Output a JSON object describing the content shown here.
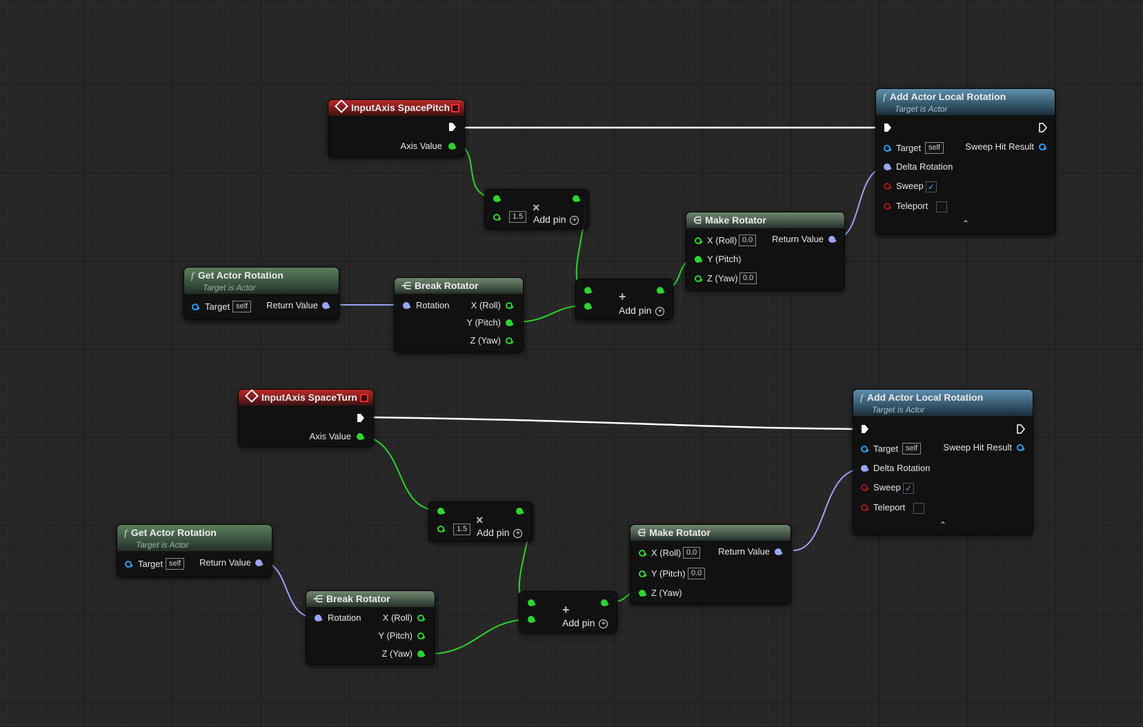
{
  "colors": {
    "exec": "#ffffff",
    "float": "#2fd42f",
    "struct": "#9aa6f3",
    "object": "#2a9df1",
    "bool": "#a11818",
    "event_header": "#9a2020",
    "func_header_green": "#4c6d50",
    "func_header_blue": "#4d7894"
  },
  "graph": {
    "top": {
      "event": {
        "title": "InputAxis SpacePitch",
        "axis_value": "Axis Value",
        "icon": "event-diamond-icon"
      },
      "multiply": {
        "symbol": "×",
        "value": "1.5",
        "add_pin": "Add pin"
      },
      "get_rotation": {
        "title": "Get Actor Rotation",
        "subtitle": "Target is Actor",
        "target": "Target",
        "self": "self",
        "return_value": "Return Value"
      },
      "break_rotator": {
        "title": "Break Rotator",
        "rotation": "Rotation",
        "x": "X (Roll)",
        "y": "Y (Pitch)",
        "z": "Z (Yaw)"
      },
      "add": {
        "symbol": "+",
        "add_pin": "Add pin"
      },
      "make_rotator": {
        "title": "Make Rotator",
        "x": "X (Roll)",
        "x_value": "0.0",
        "y": "Y (Pitch)",
        "z": "Z (Yaw)",
        "z_value": "0.0",
        "return_value": "Return Value"
      },
      "add_local": {
        "title": "Add Actor Local Rotation",
        "subtitle": "Target is Actor",
        "target": "Target",
        "self": "self",
        "sweep_hit": "Sweep Hit Result",
        "delta": "Delta Rotation",
        "sweep": "Sweep",
        "teleport": "Teleport",
        "sweep_checked": "✓",
        "chevron": "⌃"
      }
    },
    "bottom": {
      "event": {
        "title": "InputAxis SpaceTurn",
        "axis_value": "Axis Value",
        "icon": "event-diamond-icon"
      },
      "multiply": {
        "symbol": "×",
        "value": "1.5",
        "add_pin": "Add pin"
      },
      "get_rotation": {
        "title": "Get Actor Rotation",
        "subtitle": "Target is Actor",
        "target": "Target",
        "self": "self",
        "return_value": "Return Value"
      },
      "break_rotator": {
        "title": "Break Rotator",
        "rotation": "Rotation",
        "x": "X (Roll)",
        "y": "Y (Pitch)",
        "z": "Z (Yaw)"
      },
      "add": {
        "symbol": "+",
        "add_pin": "Add pin"
      },
      "make_rotator": {
        "title": "Make Rotator",
        "x": "X (Roll)",
        "x_value": "0.0",
        "y": "Y (Pitch)",
        "y_value": "0.0",
        "z": "Z (Yaw)",
        "return_value": "Return Value"
      },
      "add_local": {
        "title": "Add Actor Local Rotation",
        "subtitle": "Target is Actor",
        "target": "Target",
        "self": "self",
        "sweep_hit": "Sweep Hit Result",
        "delta": "Delta Rotation",
        "sweep": "Sweep",
        "teleport": "Teleport",
        "sweep_checked": "✓",
        "chevron": "⌃"
      }
    }
  }
}
